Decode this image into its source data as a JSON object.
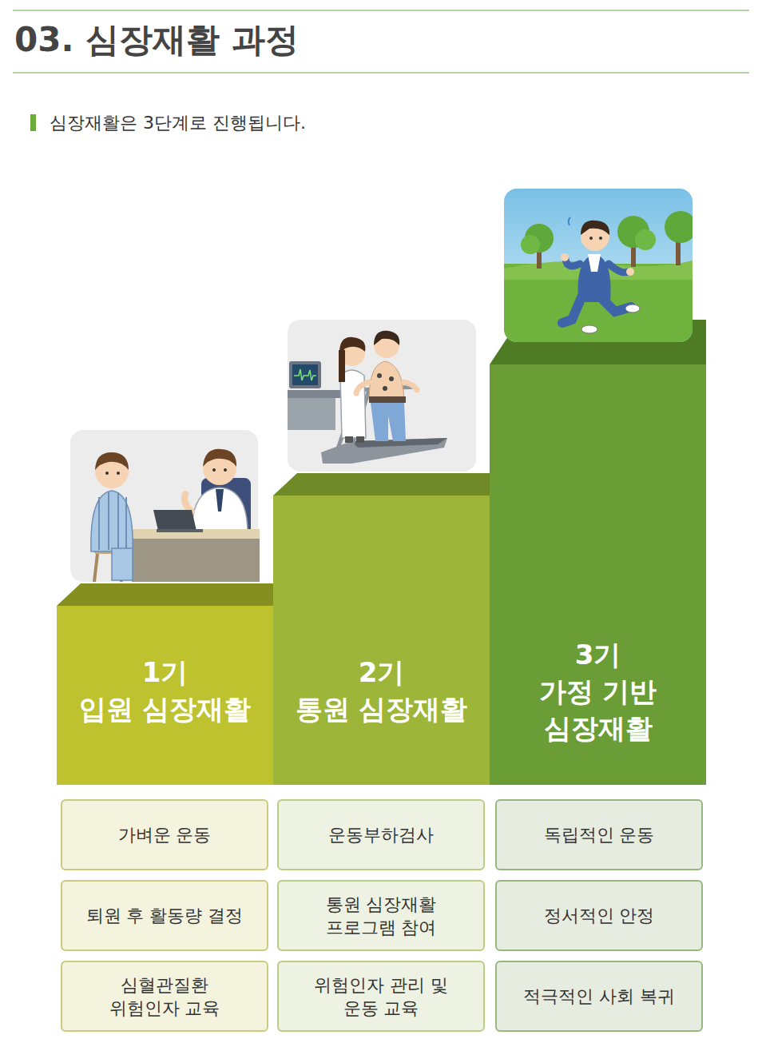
{
  "diagram": {
    "title": "03. 심장재활 과정",
    "nodes": [
      {
        "text": [
          "1기",
          "입원 심장재활"
        ]
      },
      {
        "text": [
          "2기",
          "통원 심장재활"
        ]
      },
      {
        "text": [
          "3기",
          "가정 기반 심장재활"
        ]
      },
      {
        "text": [
          "가벼운 운동"
        ]
      },
      {
        "text": [
          "운동부하검사"
        ]
      },
      {
        "text": [
          "독립적인 운동"
        ]
      },
      {
        "text": [
          "퇴원 후 활동량 결정"
        ]
      },
      {
        "text": [
          "통원 심장재활 프로그램 참여"
        ]
      },
      {
        "text": [
          "정서적인 안정"
        ]
      },
      {
        "text": [
          "심혈관질환 위험인자 교육"
        ]
      },
      {
        "text": [
          "위험인자 관리 및 운동 교육"
        ]
      },
      {
        "text": [
          "적극적인 사회 복귀"
        ]
      }
    ],
    "labels": [
      "심장재활은 3단계로 진행됩니다."
    ]
  }
}
